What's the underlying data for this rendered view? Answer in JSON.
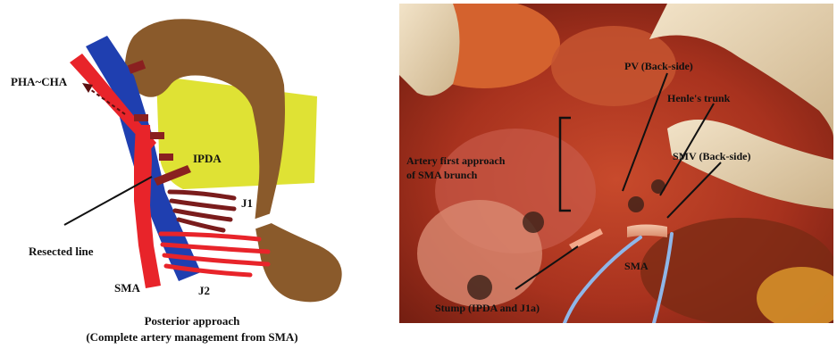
{
  "left_diagram": {
    "labels": {
      "pha_cha": "PHA~CHA",
      "ipda": "IPDA",
      "j1": "J1",
      "resected_line": "Resected line",
      "sma": "SMA",
      "j2": "J2"
    },
    "caption": {
      "title": "Posterior approach",
      "subtitle": "(Complete artery management from SMA)"
    },
    "colors": {
      "artery": "#e8242a",
      "vein": "#1f3fb0",
      "pancreas": "#8a5a2b",
      "yellow_region": "#dfe234",
      "jejunal_branches": "#7a1c1c"
    }
  },
  "right_photo": {
    "labels": {
      "pv": "PV (Back-side)",
      "henle": "Henle's trunk",
      "smv": "SMV (Back-side)",
      "artery_first_line1": "Artery first approach",
      "artery_first_line2": "of SMA brunch",
      "sma": "SMA",
      "stump": "Stump (IPDA and J1a)"
    }
  }
}
